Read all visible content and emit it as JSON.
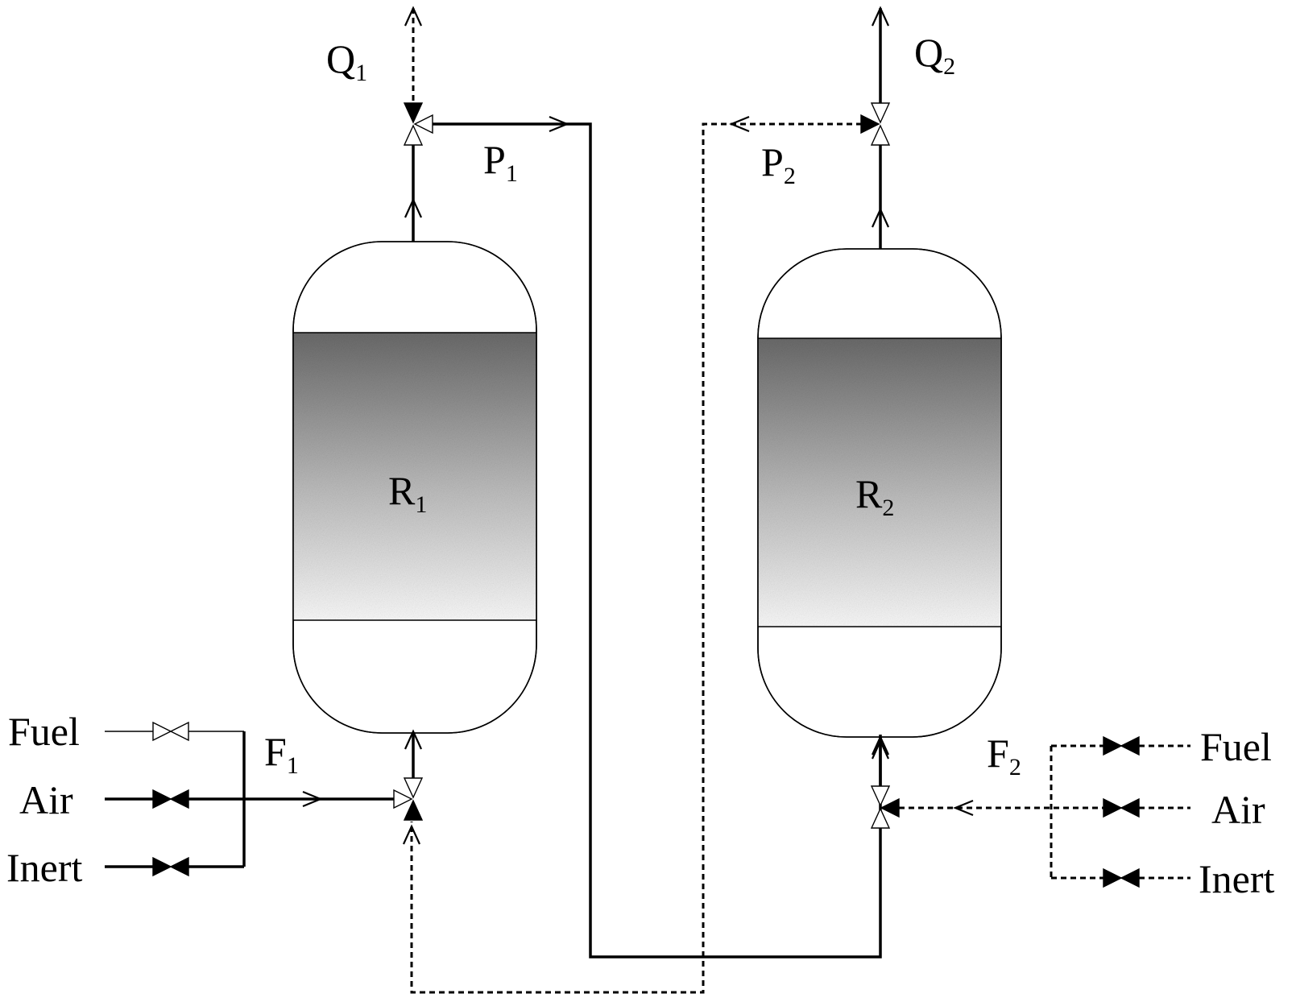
{
  "diagram": {
    "labels": {
      "q1": {
        "main": "Q",
        "sub": "1"
      },
      "q2": {
        "main": "Q",
        "sub": "2"
      },
      "p1": {
        "main": "P",
        "sub": "1"
      },
      "p2": {
        "main": "P",
        "sub": "2"
      },
      "r1": {
        "main": "R",
        "sub": "1"
      },
      "r2": {
        "main": "R",
        "sub": "2"
      },
      "f1": {
        "main": "F",
        "sub": "1"
      },
      "f2": {
        "main": "F",
        "sub": "2"
      }
    },
    "left_feeds": [
      "Fuel",
      "Air",
      "Inert"
    ],
    "right_feeds": [
      "Fuel",
      "Air",
      "Inert"
    ]
  },
  "colors": {
    "line": "#000000",
    "bed_dark": "#6a6a6a",
    "bed_light": "#fafafa"
  }
}
